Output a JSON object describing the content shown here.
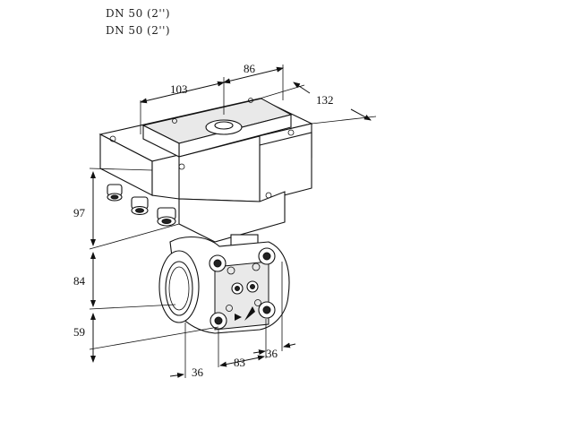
{
  "header": {
    "line1": "DN 50 (2'')",
    "line2": "DN 50 (2'')"
  },
  "dimensions": {
    "top_left": "103",
    "top_mid": "86",
    "top_right": "132",
    "left_upper": "97",
    "left_mid": "84",
    "left_lower": "59",
    "bottom_left": "36",
    "bottom_mid": "83",
    "bottom_right": "36"
  }
}
